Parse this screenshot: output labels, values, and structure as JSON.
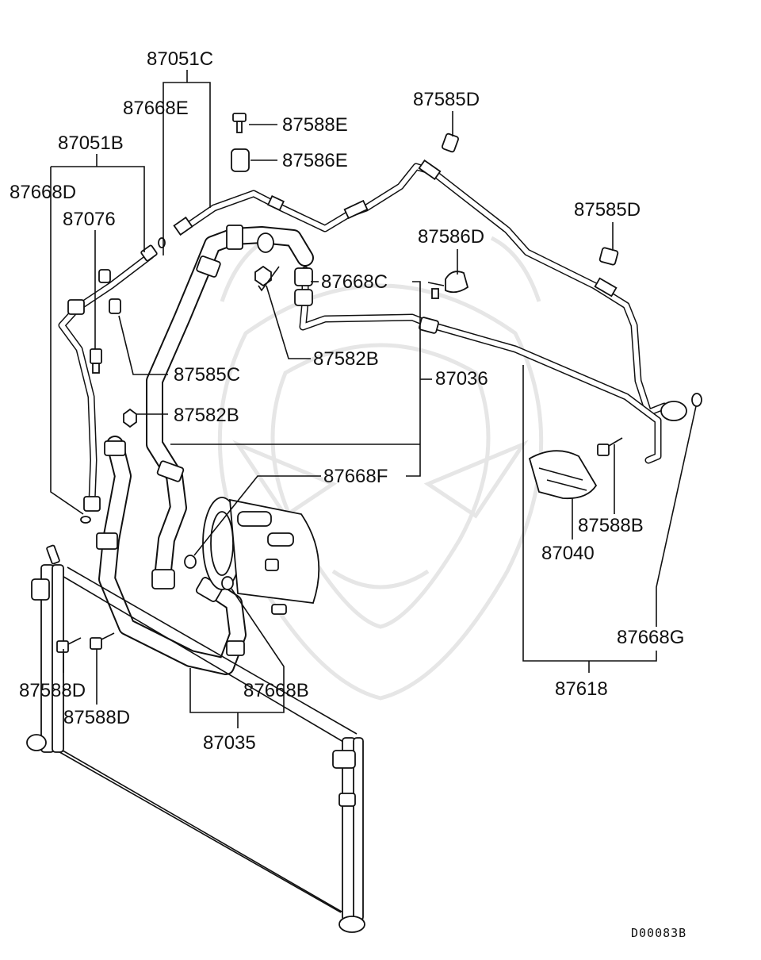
{
  "diagram": {
    "drawing_code": "D00083B",
    "labels": {
      "l87051C": "87051C",
      "l87668E": "87668E",
      "l87588E": "87588E",
      "l87586E": "87586E",
      "l87585D_top": "87585D",
      "l87051B": "87051B",
      "l87668D": "87668D",
      "l87076": "87076",
      "l87585D_right": "87585D",
      "l87586D": "87586D",
      "l87668C": "87668C",
      "l87582B_upper": "87582B",
      "l87585C": "87585C",
      "l87036": "87036",
      "l87582B_lower": "87582B",
      "l87668F": "87668F",
      "l87588B": "87588B",
      "l87040": "87040",
      "l87668G": "87668G",
      "l87618": "87618",
      "l87588D_a": "87588D",
      "l87588D_b": "87588D",
      "l87668B": "87668B",
      "l87035": "87035"
    }
  }
}
